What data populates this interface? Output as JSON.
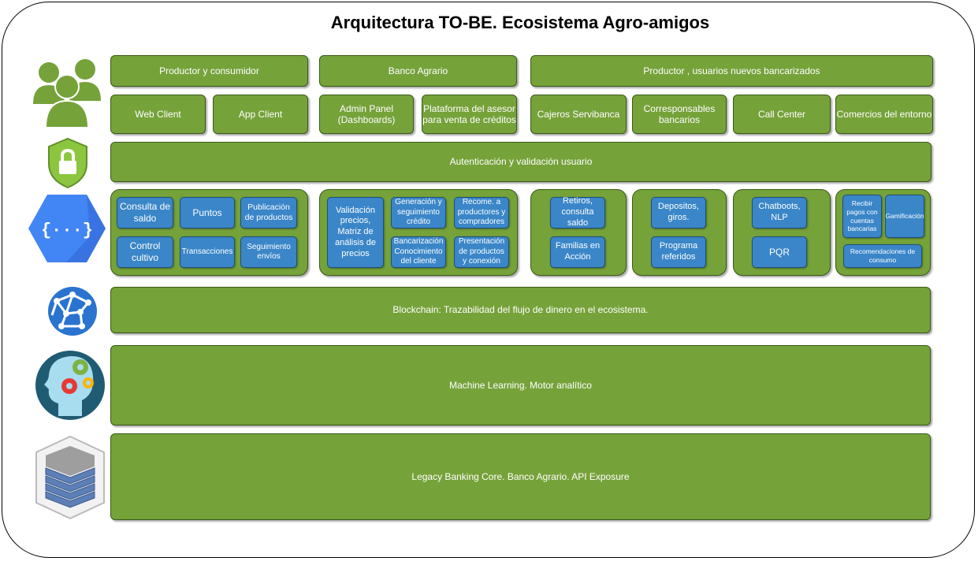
{
  "title": "Arquitectura TO-BE. Ecosistema Agro-amigos",
  "icons": [
    "users-icon",
    "shield-lock-icon",
    "cloud-functions-icon",
    "network-globe-icon",
    "ai-head-icon",
    "server-rack-icon"
  ],
  "colors": {
    "green": "#76a23a",
    "blue": "#3a86c8"
  },
  "actors": {
    "a1": "Productor y consumidor",
    "a2": "Banco Agrario",
    "a3": "Productor , usuarios nuevos bancarizados"
  },
  "clients": {
    "c1": "Web Client",
    "c2": "App Client",
    "c3": "Admin Panel (Dashboards)",
    "c4": "Plataforma del asesor para venta de créditos",
    "c5": "Cajeros Servibanca",
    "c6": "Corresponsables bancarios",
    "c7": "Call Center",
    "c8": "Comercios del entorno"
  },
  "auth": "Autenticación y validación usuario",
  "services": {
    "s1": "Consulta de saldo",
    "s2": "Puntos",
    "s3": "Publicación de productos",
    "s4": "Control cultivo",
    "s5": "Transacciones",
    "s6": "Seguimiento envíos",
    "s7": "Validación precios, Matriz de análisis de precios",
    "s8": "Generación y seguimiento crédito",
    "s9": "Recome. a productores y compradores",
    "s10": "Bancarización Conocimiento del cliente",
    "s11": "Presentación de productos y conexión",
    "s12": "Retiros, consulta saldo",
    "s13": "Familias en Acción",
    "s14": "Depositos, giros.",
    "s15": "Programa referidos",
    "s16": "Chatboots, NLP",
    "s17": "PQR",
    "s18": "Recibir pagos con cuentas bancarias",
    "s19": "Gamificación",
    "s20": "Recomendaciones de consumo"
  },
  "blockchain": "Blockchain: Trazabilidad del flujo de dinero en el ecosistema.",
  "ml": "Machine Learning. Motor analítico",
  "legacy": "Legacy Banking Core. Banco Agrario. API Exposure"
}
